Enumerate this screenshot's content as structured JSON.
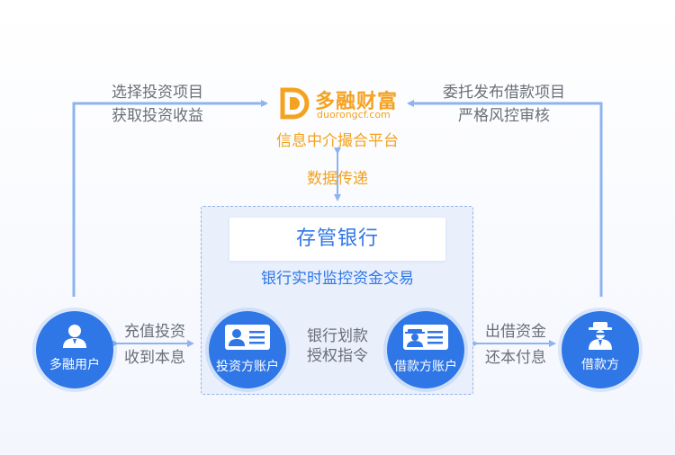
{
  "brand": {
    "name": "多融财富",
    "url": "duorongcf.com",
    "platform": "信息中介撮合平台",
    "orange": "#f4a21f",
    "blue": "#2f76e6"
  },
  "labels": {
    "left_top_1": "选择投资项目",
    "left_top_2": "获取投资收益",
    "right_top_1": "委托发布借款项目",
    "right_top_2": "严格风控审核",
    "data_transfer": "数据传递",
    "bank": "存管银行",
    "bank_monitor": "银行实时监控资金交易",
    "bank_instruct_1": "银行划款",
    "bank_instruct_2": "授权指令",
    "left_flow_1": "充值投资",
    "left_flow_2": "收到本息",
    "right_flow_1": "出借资金",
    "right_flow_2": "还本付息"
  },
  "nodes": {
    "investor_user": "多融用户",
    "investor_account": "投资方账户",
    "borrower_account": "借款方账户",
    "borrower": "借款方"
  },
  "icons": [
    "person-icon",
    "id-card-icon",
    "id-card-spy-icon",
    "spy-icon",
    "logo-icon"
  ]
}
